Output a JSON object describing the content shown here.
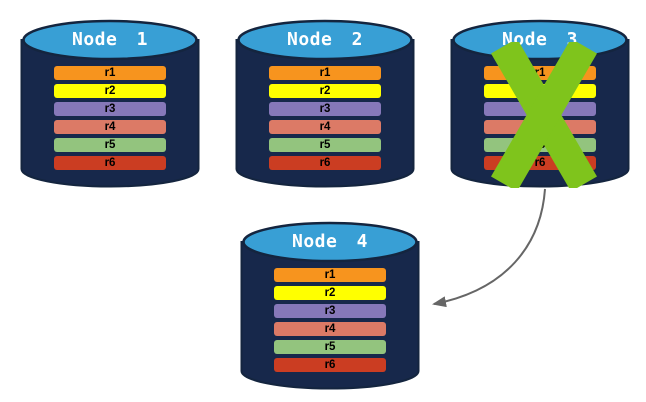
{
  "diagram": {
    "background_color": "#FFFFFF",
    "colors": {
      "cylinder_body": "#17284B",
      "cylinder_top": "#389FD5",
      "outline": "#14253F",
      "failure_cross": "#7FC41C",
      "arrow": "#666666",
      "node_label_text": "#FFFFFF",
      "row_label_text": "#000000"
    },
    "row_colors": {
      "r1": "#F7941E",
      "r2": "#FFFF00",
      "r3": "#8678B9",
      "r4": "#DC7A66",
      "r5": "#93C47E",
      "r6": "#CB3D22"
    },
    "nodes": [
      {
        "label": "Node 1",
        "status": "active",
        "rows": [
          "r1",
          "r2",
          "r3",
          "r4",
          "r5",
          "r6"
        ]
      },
      {
        "label": "Node 2",
        "status": "active",
        "rows": [
          "r1",
          "r2",
          "r3",
          "r4",
          "r5",
          "r6"
        ]
      },
      {
        "label": "Node 3",
        "status": "failed",
        "rows": [
          "r1",
          "r2",
          "r3",
          "r4",
          "r5",
          "r6"
        ]
      },
      {
        "label": "Node 4",
        "status": "active",
        "rows": [
          "r1",
          "r2",
          "r3",
          "r4",
          "r5",
          "r6"
        ]
      }
    ],
    "failure_icon": {
      "node": "Node 3",
      "icon": "x-cross-icon"
    },
    "arrow": {
      "from": "Node 3",
      "to": "Node 4",
      "style": "curved"
    }
  }
}
